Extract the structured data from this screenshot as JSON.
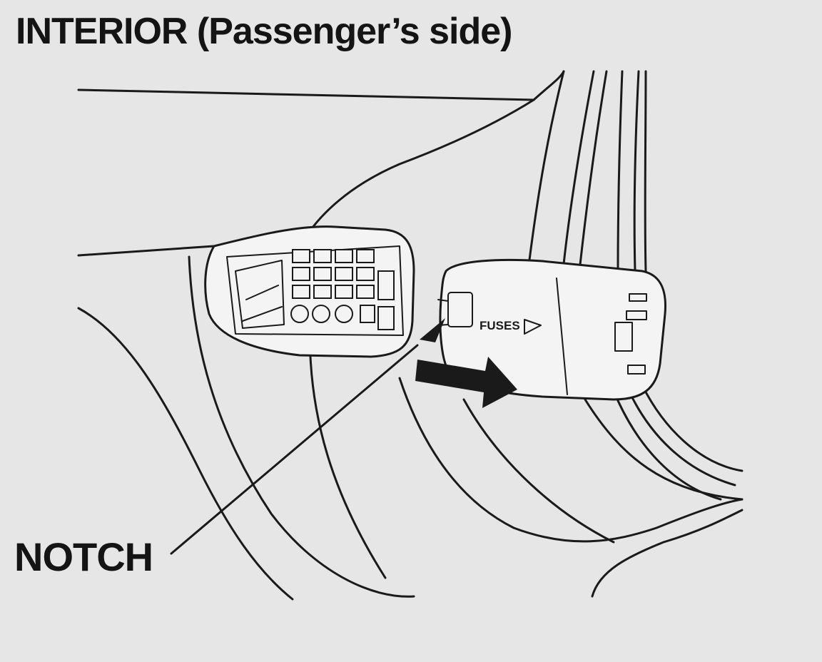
{
  "title": "INTERIOR (Passenger’s side)",
  "callout_label": "NOTCH",
  "lid_text": "FUSES",
  "colors": {
    "background": "#e6e6e6",
    "ink": "#1a1a1a",
    "panel": "#f4f4f4"
  },
  "icons": {
    "pull_direction": "arrow-right-icon",
    "notch_pointer": "arrowhead-icon"
  }
}
